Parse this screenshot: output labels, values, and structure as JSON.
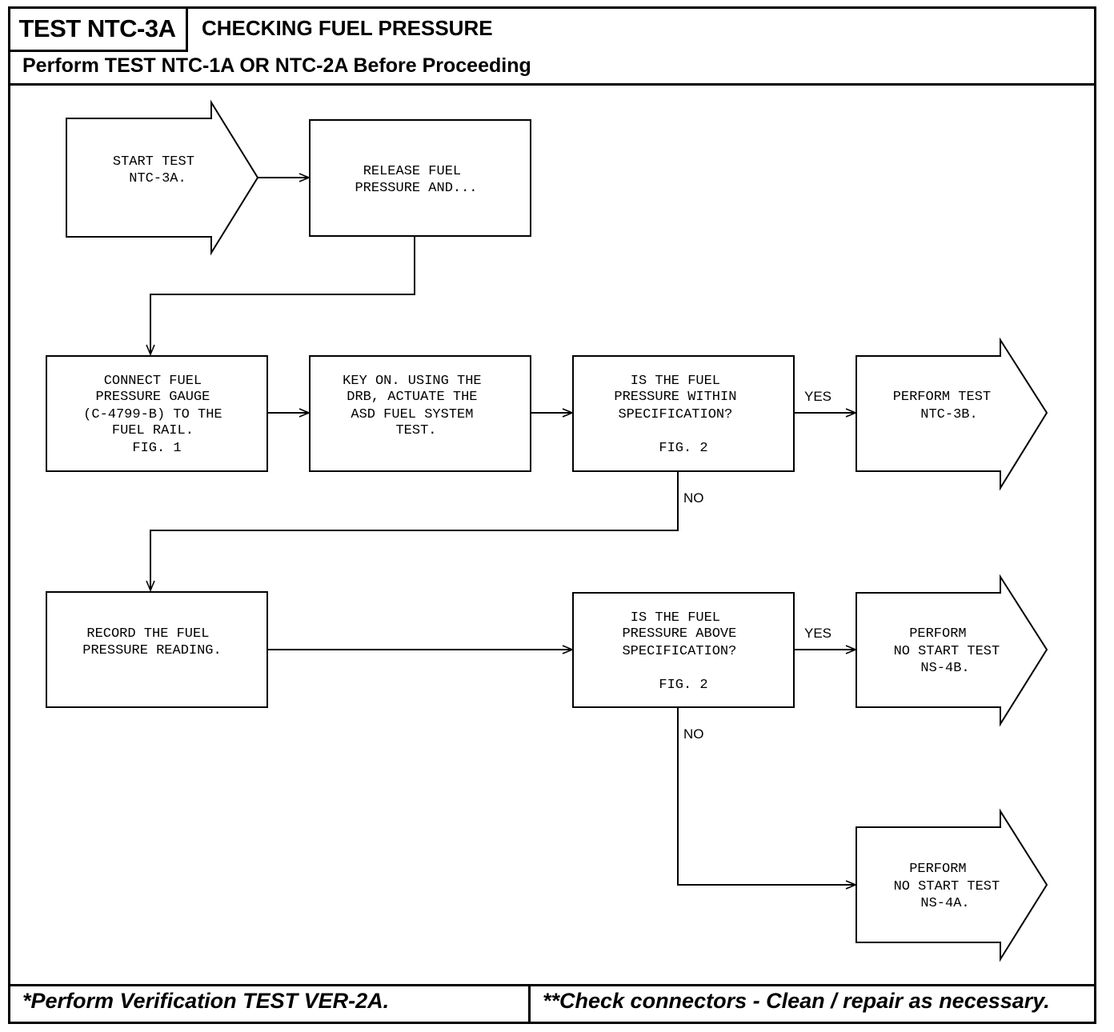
{
  "header": {
    "test_id": "TEST NTC-3A",
    "title": "CHECKING FUEL PRESSURE",
    "prerequisite": "Perform TEST NTC-1A OR NTC-2A Before Proceeding"
  },
  "nodes": {
    "start": [
      "START TEST",
      "NTC-3A."
    ],
    "release": [
      "RELEASE FUEL",
      "PRESSURE AND..."
    ],
    "connect": [
      "CONNECT FUEL",
      "PRESSURE GAUGE",
      "(C-4799-B) TO THE",
      "FUEL RAIL.",
      "FIG. 1"
    ],
    "key_on": [
      "KEY ON. USING THE",
      "DRB, ACTUATE THE",
      "ASD FUEL SYSTEM",
      "TEST."
    ],
    "within_spec": [
      "IS THE FUEL",
      "PRESSURE WITHIN",
      "SPECIFICATION?",
      "",
      "FIG. 2"
    ],
    "perform_ntc3b": [
      "PERFORM TEST",
      "NTC-3B."
    ],
    "record": [
      "RECORD THE FUEL",
      "PRESSURE READING."
    ],
    "above_spec": [
      "IS THE FUEL",
      "PRESSURE ABOVE",
      "SPECIFICATION?",
      "",
      "FIG. 2"
    ],
    "perform_ns4b": [
      "PERFORM",
      "NO START TEST",
      "NS-4B."
    ],
    "perform_ns4a": [
      "PERFORM",
      "NO START TEST",
      "NS-4A."
    ]
  },
  "edge_labels": {
    "yes_1": "YES",
    "no_1": "NO",
    "yes_2": "YES",
    "no_2": "NO"
  },
  "footer": {
    "left": "*Perform Verification TEST VER-2A.",
    "right": "**Check connectors - Clean / repair as necessary."
  }
}
